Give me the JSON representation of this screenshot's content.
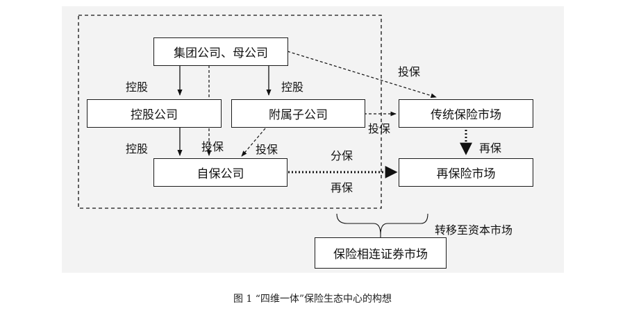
{
  "boxes": {
    "group_parent": "集团公司、母公司",
    "holding": "控股公司",
    "affiliate": "附属子公司",
    "captive": "自保公司",
    "traditional_market": "传统保险市场",
    "reinsurance_market": "再保险市场",
    "ils_market": "保险相连证券市场"
  },
  "labels": {
    "insure_top": "投保",
    "control_left": "控股",
    "control_right": "控股",
    "insure_mid": "投保",
    "control_lower": "控股",
    "insure_lower_left": "投保",
    "insure_lower_right": "投保",
    "cede": "分保",
    "reinsure_right": "再保",
    "reinsure_bottom": "再保",
    "transfer_capital": "转移至资本市场"
  },
  "caption": "图 1 “四维一体”保险生态中心的构想"
}
